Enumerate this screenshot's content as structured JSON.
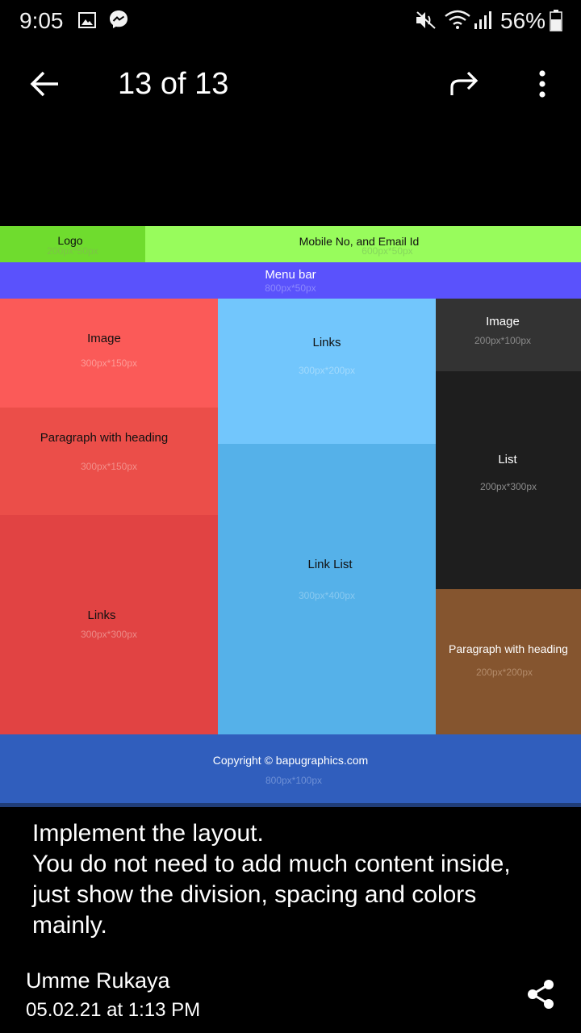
{
  "status_bar": {
    "time": "9:05",
    "battery": "56%",
    "icons": [
      "gallery-icon",
      "messenger-icon",
      "mute-icon",
      "wifi-icon",
      "signal-icon",
      "battery-icon"
    ]
  },
  "app_bar": {
    "counter": "13 of 13",
    "icons": [
      "back-arrow-icon",
      "forward-icon",
      "more-options-icon"
    ]
  },
  "layout_image": {
    "colors": {
      "logo": "#6fdc2e",
      "contact": "#98fc5c",
      "menu": "#5a52fc",
      "image_left": "#fb5a58",
      "paragraph_left": "#eb4e49",
      "links_left": "#e14343",
      "links_mid": "#72c6fc",
      "link_list": "#55b1e9",
      "image_right": "#333333",
      "list_right": "#1e1e1e",
      "paragraph_right": "#85552f",
      "footer": "#305ebd",
      "footer_border": "#203d78"
    },
    "logo": {
      "label": "Logo",
      "size": "200px*50px"
    },
    "contact": {
      "label": "Mobile No, and Email Id",
      "size": "600px*50px"
    },
    "menu": {
      "label": "Menu bar",
      "size": "800px*50px"
    },
    "left": [
      {
        "label": "Image",
        "size": "300px*150px"
      },
      {
        "label": "Paragraph with heading",
        "size": "300px*150px"
      },
      {
        "label": "Links",
        "size": "300px*300px"
      }
    ],
    "middle": [
      {
        "label": "Links",
        "size": "300px*200px"
      },
      {
        "label": "Link List",
        "size": "300px*400px"
      }
    ],
    "right": [
      {
        "label": "Image",
        "size": "200px*100px"
      },
      {
        "label": "List",
        "size": "200px*300px"
      },
      {
        "label": "Paragraph with heading",
        "size": "200px*200px"
      }
    ],
    "footer": {
      "label": "Copyright © bapugraphics.com",
      "size": "800px*100px"
    }
  },
  "caption": {
    "lines": [
      "Implement the layout.",
      "You do not need to add much content inside,",
      "just show the division, spacing and colors",
      "mainly."
    ]
  },
  "sender": "Umme Rukaya",
  "timestamp": "05.02.21 at 1:13 PM"
}
